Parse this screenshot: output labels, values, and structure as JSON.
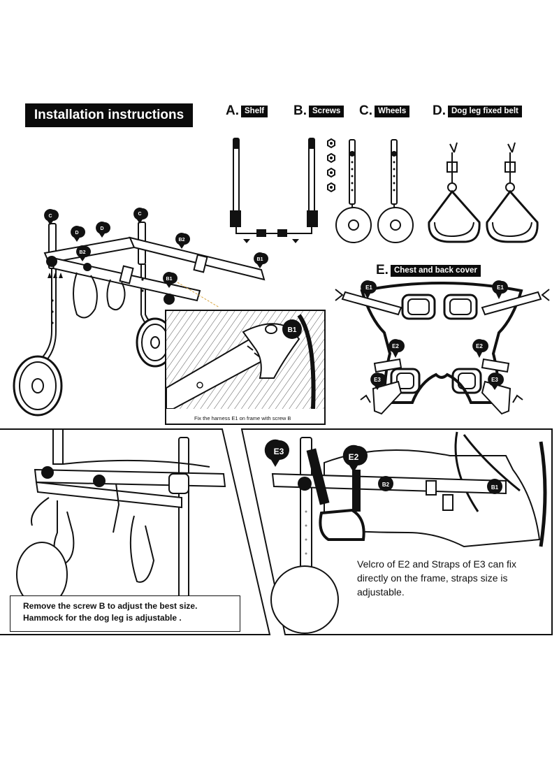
{
  "title": "Installation instructions",
  "parts": [
    {
      "letter": "A.",
      "label": "Shelf"
    },
    {
      "letter": "B.",
      "label": "Screws"
    },
    {
      "letter": "C.",
      "label": "Wheels"
    },
    {
      "letter": "D.",
      "label": "Dog leg fixed belt"
    },
    {
      "letter": "E.",
      "label": "Chest and back cover"
    }
  ],
  "markers": {
    "c": "C",
    "d": "D",
    "b1": "B1",
    "b2": "B2",
    "e1": "E1",
    "e2": "E2",
    "e3": "E3"
  },
  "captions": {
    "zoom": "Fix the harness E1 on frame with screw B",
    "bottom_left_line1": "Remove the screw B to adjust the best size.",
    "bottom_left_line2": "Hammock for the dog leg is adjustable .",
    "bottom_right_line1": "Velcro of E2 and Straps of E3 can fix",
    "bottom_right_line2": "directly on the frame, straps size is",
    "bottom_right_line3": "adjustable."
  },
  "colors": {
    "ink": "#111111",
    "label_bg": "#0b0b0b",
    "zoom_line": "#d9a640"
  }
}
